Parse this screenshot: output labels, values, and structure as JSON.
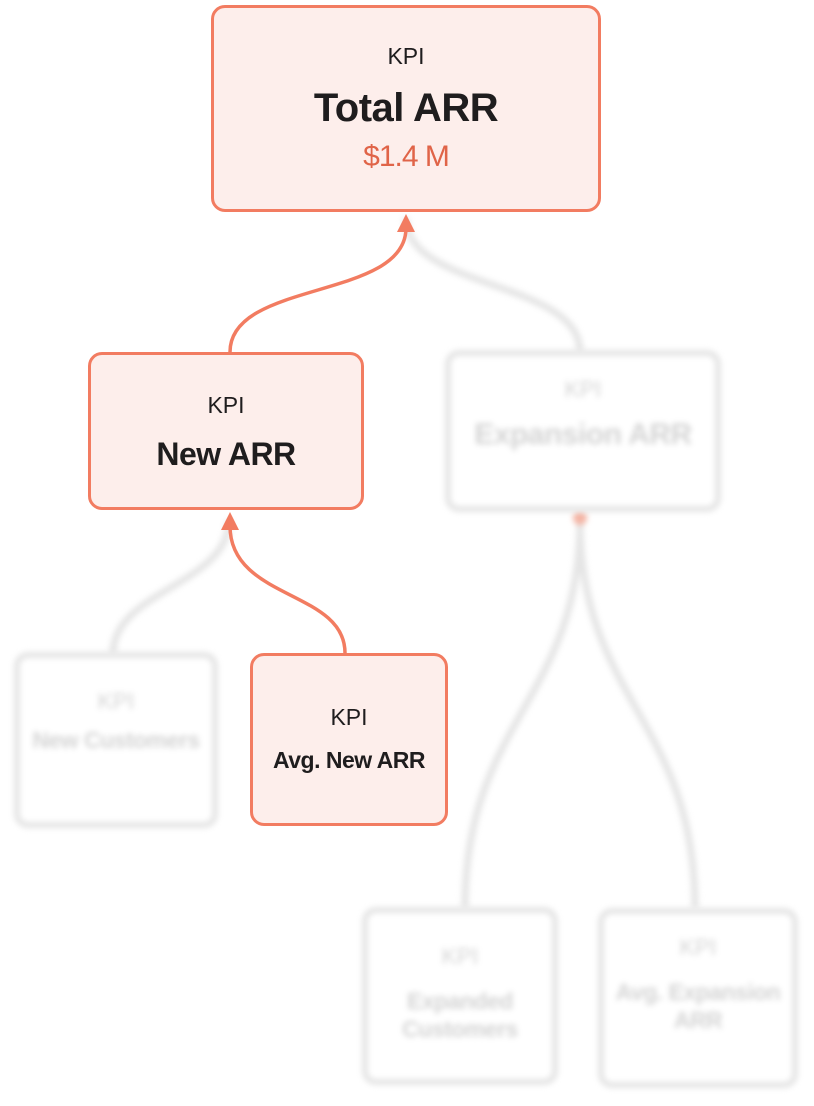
{
  "colors": {
    "accent": "#f27c61",
    "accent_fill": "#fdeeeb",
    "value_text": "#e06448",
    "faded_border": "#e5e5e5"
  },
  "nodes": {
    "total_arr": {
      "tag": "KPI",
      "name": "Total ARR",
      "value": "$1.4 M"
    },
    "new_arr": {
      "tag": "KPI",
      "name": "New ARR"
    },
    "avg_new_arr": {
      "tag": "KPI",
      "name": "Avg. New ARR"
    },
    "expansion_arr": {
      "tag": "KPI",
      "name": "Expansion ARR"
    },
    "new_customers": {
      "tag": "KPI",
      "name": "New Customers"
    },
    "expanded_customers": {
      "tag": "KPI",
      "name": "Expanded Customers"
    },
    "avg_expansion_arr": {
      "tag": "KPI",
      "name": "Avg. Expansion ARR"
    }
  }
}
